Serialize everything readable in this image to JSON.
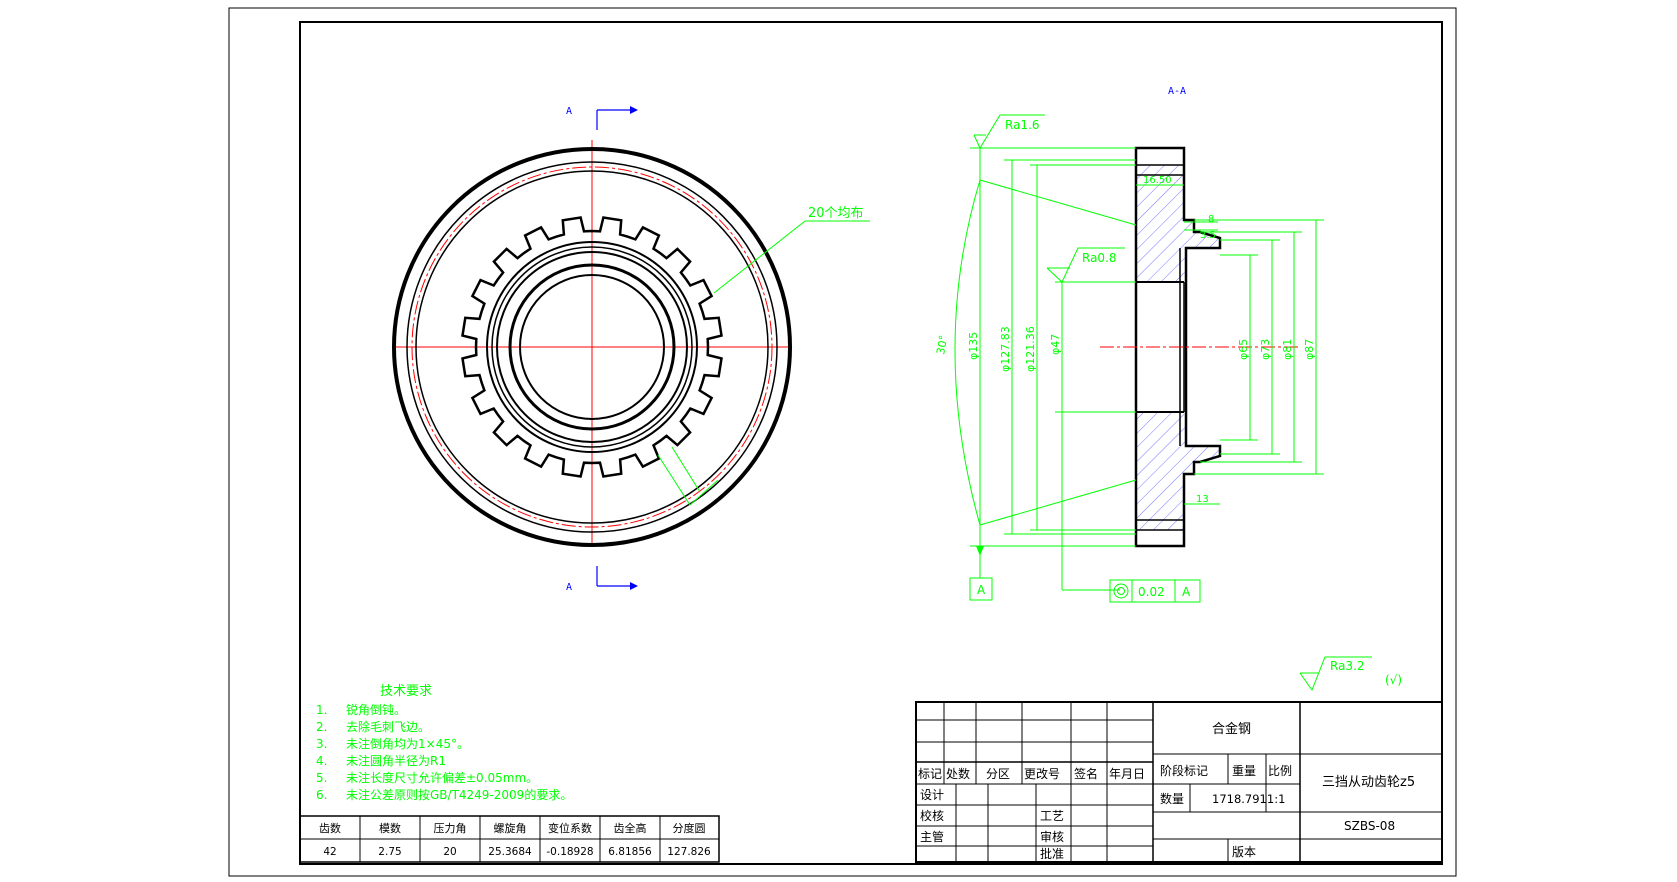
{
  "section_label": "A-A",
  "cut_marks": {
    "top": "A",
    "bottom": "A"
  },
  "surface_finish": {
    "outer": "Ra1.6",
    "inner": "Ra0.8",
    "general": "Ra3.2",
    "general_note": "(√)"
  },
  "leader_note": "20个均布",
  "dimensions": {
    "d135": "φ135",
    "d127_83": "φ127.83",
    "d121_36": "φ121.36",
    "d47": "φ47",
    "d65": "φ65",
    "d73": "φ73",
    "d81": "φ81",
    "d87": "φ87",
    "w16_50": "16.50",
    "w8": "8",
    "w3_5": "3.5",
    "w13": "13",
    "angle30": "30°"
  },
  "datum": {
    "label": "A",
    "tol_value": "0.02",
    "tol_ref": "A"
  },
  "tech_requirements": {
    "title": "技术要求",
    "items": [
      {
        "num": "1.",
        "text": "锐角倒钝。"
      },
      {
        "num": "2.",
        "text": "去除毛刺飞边。"
      },
      {
        "num": "3.",
        "text": "未注倒角均为1×45°。"
      },
      {
        "num": "4.",
        "text": "未注圆角半径为R1"
      },
      {
        "num": "5.",
        "text": "未注长度尺寸允许偏差±0.05mm。"
      },
      {
        "num": "6.",
        "text": "未注公差原则按GB/T4249-2009的要求。"
      }
    ]
  },
  "gear_params": {
    "headers": [
      "齿数",
      "模数",
      "压力角",
      "螺旋角",
      "变位系数",
      "齿全高",
      "分度圆"
    ],
    "values": [
      "42",
      "2.75",
      "20",
      "25.3684",
      "-0.18928",
      "6.81856",
      "127.826"
    ]
  },
  "title_block": {
    "material": "合金钢",
    "rev_headers": [
      "标记",
      "处数",
      "分区",
      "更改号",
      "签名",
      "年月日"
    ],
    "roles": [
      "设计",
      "校核",
      "主管"
    ],
    "roles2": [
      "工艺",
      "审核",
      "批准"
    ],
    "stage_label": "阶段标记",
    "weight_label": "重量",
    "scale_label": "比例",
    "qty_label": "数量",
    "weight_value": "1718.7911:1",
    "part_name": "三挡从动齿轮z5",
    "drawing_no": "SZBS-08",
    "version_label": "版本"
  }
}
